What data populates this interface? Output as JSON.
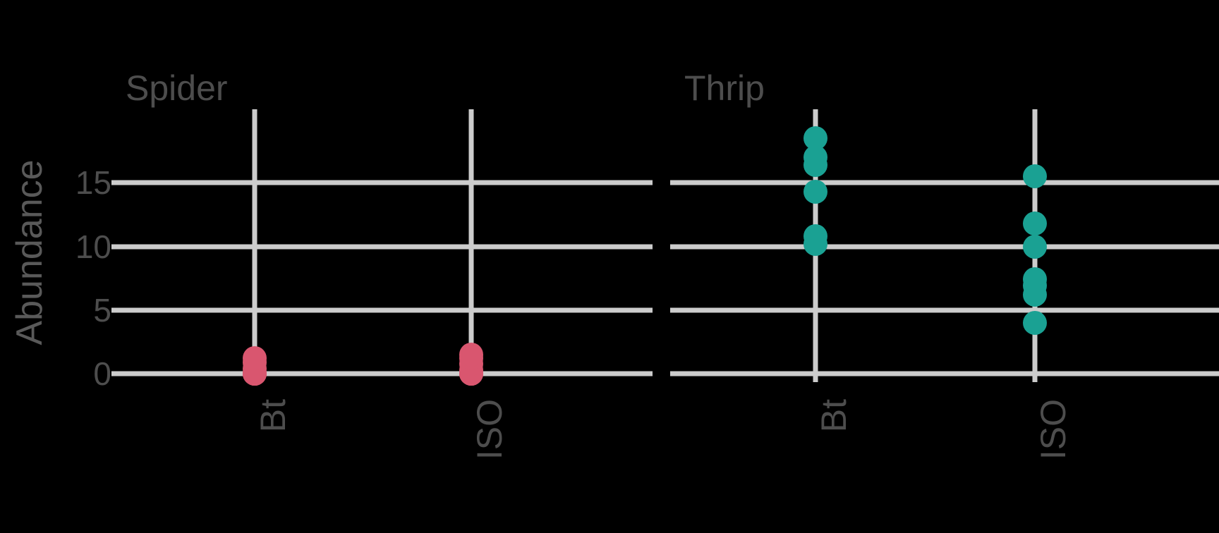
{
  "figure": {
    "background_color": "#000000",
    "grid_color": "#cccccc",
    "text_color": "#4d4d4d",
    "y_axis_title": "Abundance"
  },
  "chart_data": {
    "type": "scatter",
    "title": "",
    "subtitle": "",
    "xlabel": "",
    "ylabel": "Abundance",
    "ylim": [
      -1.2,
      19.6
    ],
    "yticks": [
      0,
      5,
      10,
      15
    ],
    "ytick_labels": [
      "0",
      "5",
      "10",
      "15"
    ],
    "grid": "horizontal-major-plus-category-verticals",
    "legend": "none",
    "facet_variable": "taxon",
    "facets": [
      {
        "label": "Spider",
        "color": "#d9566f",
        "categories": [
          "Bt",
          "ISO"
        ],
        "series": [
          {
            "name": "Bt",
            "values": [
              0,
              0,
              0,
              0,
              0.4,
              0.9,
              1.2
            ]
          },
          {
            "name": "ISO",
            "values": [
              0,
              0,
              0,
              0.3,
              0.8,
              1.2,
              1.5
            ]
          }
        ]
      },
      {
        "label": "Thrip",
        "color": "#1aa193",
        "categories": [
          "Bt",
          "ISO"
        ],
        "series": [
          {
            "name": "Bt",
            "values": [
              18.5,
              17.0,
              16.4,
              14.3,
              10.8,
              10.2
            ]
          },
          {
            "name": "ISO",
            "values": [
              15.5,
              11.8,
              10.0,
              7.4,
              6.9,
              6.2,
              4.0
            ]
          }
        ]
      }
    ]
  }
}
